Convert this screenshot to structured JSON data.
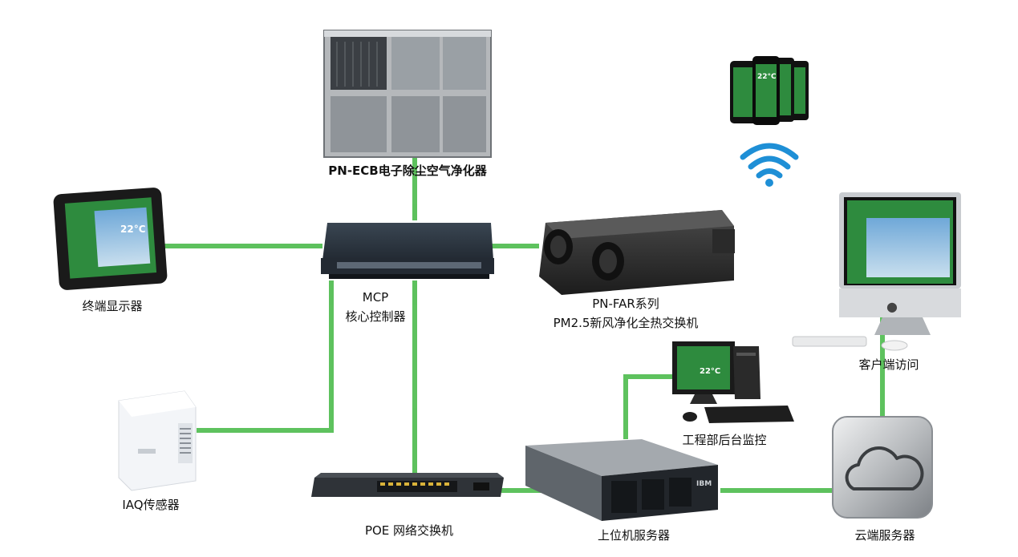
{
  "labels": {
    "ecb": "PN-ECB电子除尘空气净化器",
    "mcp_title": "MCP",
    "mcp_subtitle": "核心控制器",
    "terminal": "终端显示器",
    "far_title": "PN-FAR系列",
    "far_subtitle": "PM2.5新风净化全热交换机",
    "client": "客户端访问",
    "engineering": "工程部后台监控",
    "iaq": "IAQ传感器",
    "poe": "POE 网络交换机",
    "host": "上位机服务器",
    "cloud": "云端服务器"
  },
  "screen_text": {
    "temperature": "22°C",
    "server_brand": "IBM"
  },
  "icons": {
    "wifi": "wifi-icon",
    "cloud": "cloud-icon",
    "apple": "apple-logo-icon"
  },
  "colors": {
    "link": "#4cbb4c",
    "screen_green": "#2e8b3e",
    "wifi_blue": "#1e8fd6"
  }
}
